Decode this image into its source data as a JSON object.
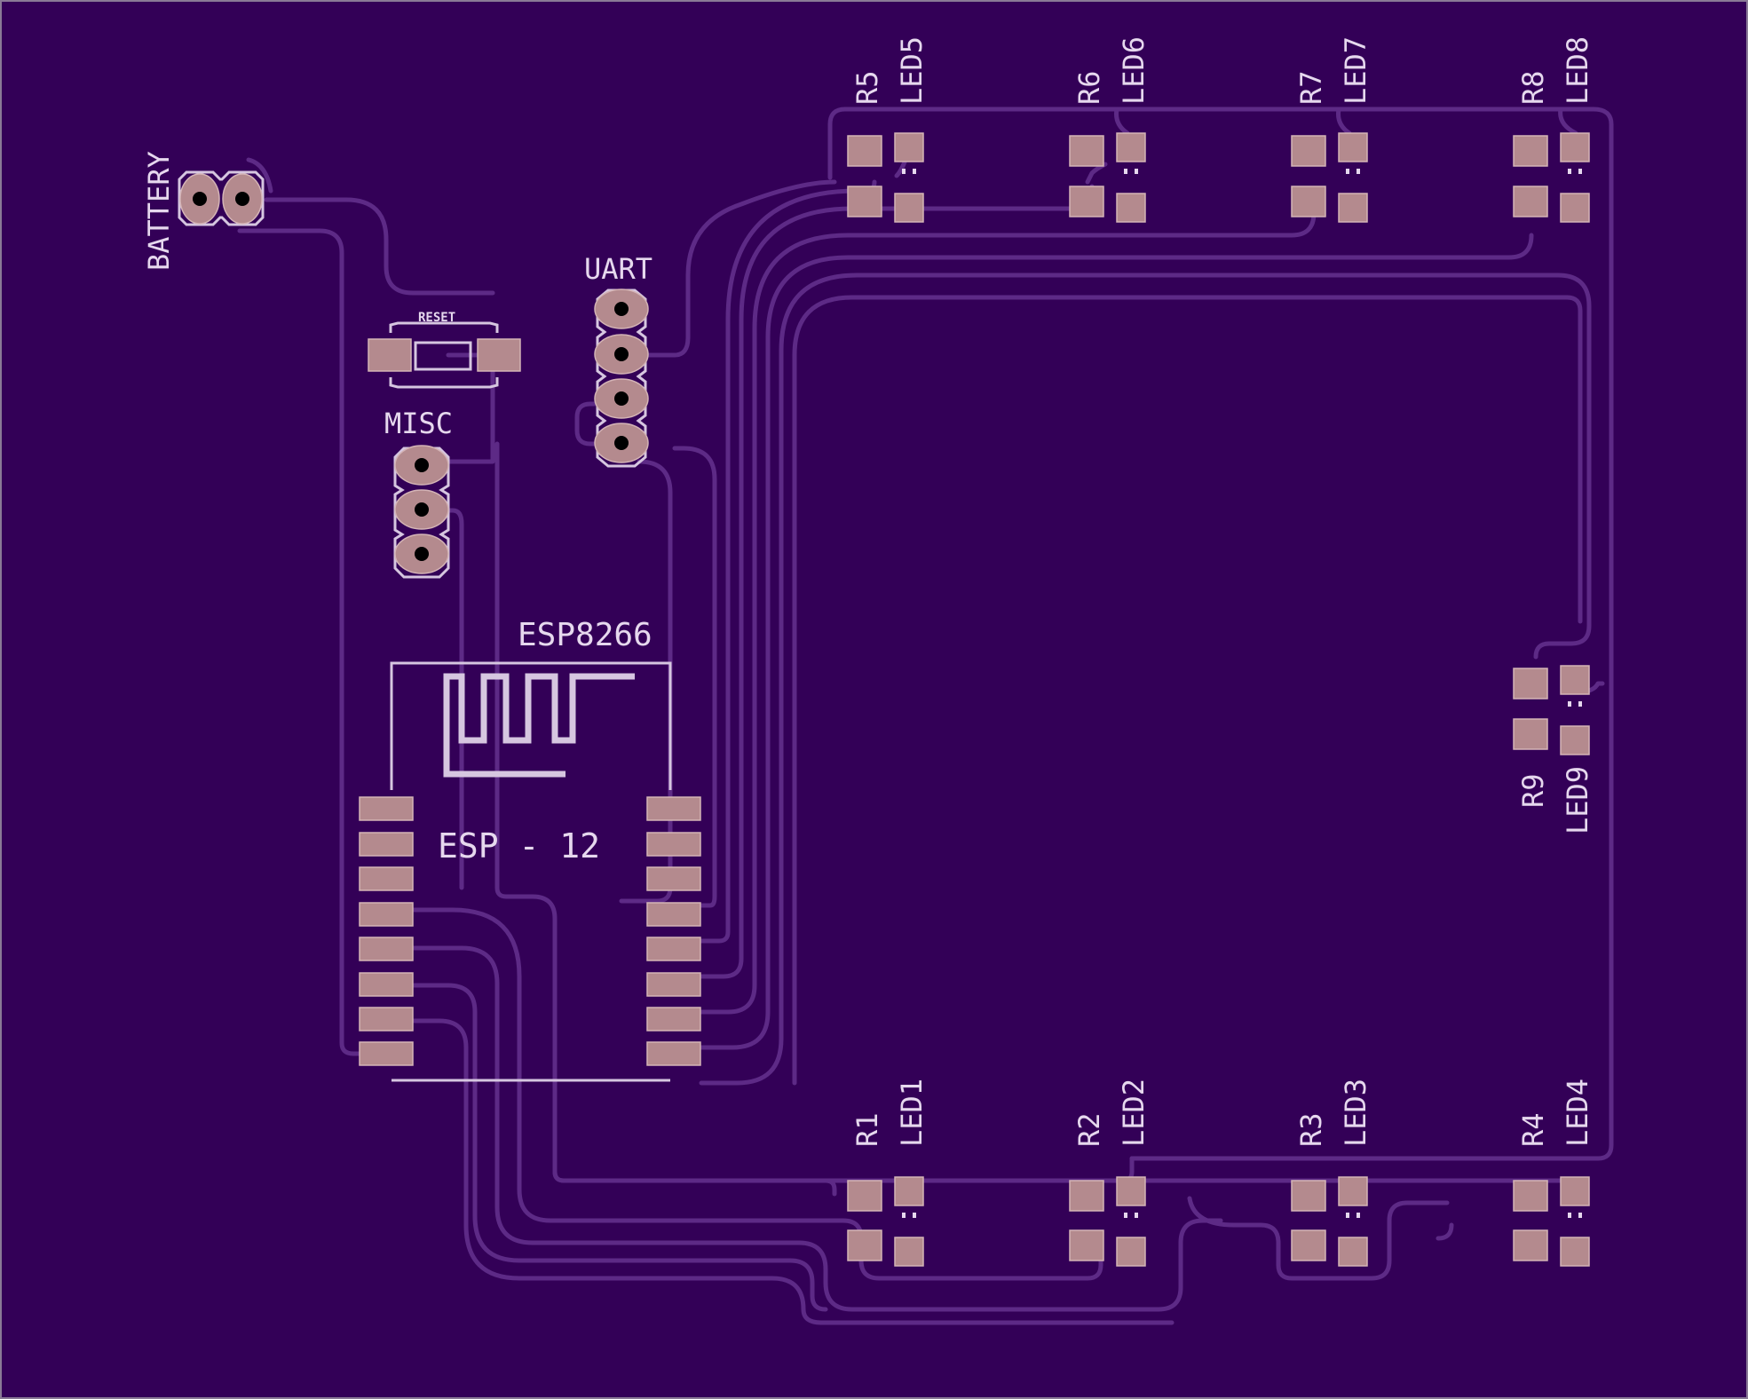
{
  "board": {
    "background_color": "#330057",
    "trace_color": "#5d2a86",
    "pad_color": "#b48a8e",
    "silkscreen_color": "#e6d8ee"
  },
  "labels": {
    "battery": "BATTERY",
    "reset": "RESET",
    "misc": "MISC",
    "uart": "UART",
    "esp8266": "ESP8266",
    "esp12": "ESP - 12",
    "r1": "R1",
    "r2": "R2",
    "r3": "R3",
    "r4": "R4",
    "r5": "R5",
    "r6": "R6",
    "r7": "R7",
    "r8": "R8",
    "r9": "R9",
    "led1": "LED1",
    "led2": "LED2",
    "led3": "LED3",
    "led4": "LED4",
    "led5": "LED5",
    "led6": "LED6",
    "led7": "LED7",
    "led8": "LED8",
    "led9": "LED9"
  }
}
